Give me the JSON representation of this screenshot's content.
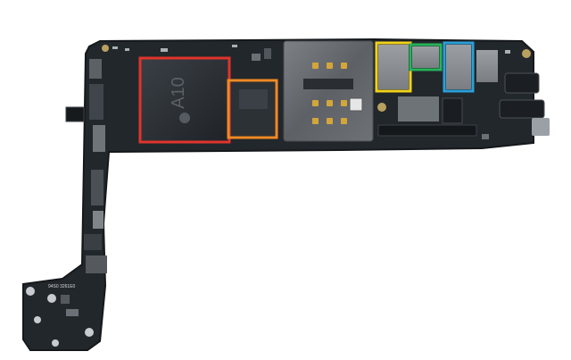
{
  "photo": {
    "subject": "logic-board",
    "background_color": "#ffffff",
    "board_color": "#20252a",
    "chip_labels": {
      "soc": "A10",
      "silkscreen_code": "94S0 3261E0"
    },
    "highlight_colors": {
      "red": "#e0342b",
      "orange": "#f08a24",
      "yellow": "#f2d21b",
      "green": "#27b35a",
      "blue": "#2a9fd8"
    }
  }
}
